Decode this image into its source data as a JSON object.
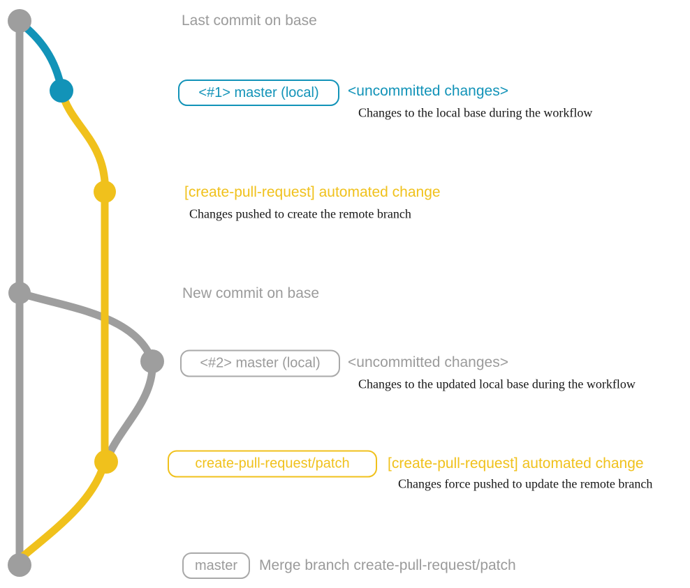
{
  "colors": {
    "teal": "#1293B8",
    "yellow": "#F0C11C",
    "gray_line": "#9E9E9E",
    "gray_text": "#9B9B9B",
    "gray_border": "#A9A9A9",
    "ink": "#161616",
    "bg": "#FFFFFF"
  },
  "graph": {
    "type": "git-branch-diagram",
    "base_branch": {
      "color_name": "gray",
      "commit_count": 3
    },
    "branches": [
      {
        "name": "master (local) #1",
        "color_name": "teal"
      },
      {
        "name": "create-pull-request/patch",
        "color_name": "yellow"
      },
      {
        "name": "master (local) #2",
        "color_name": "gray"
      }
    ]
  },
  "labels": {
    "last_commit": "Last commit on base",
    "branch1_box": "<#1> master (local)",
    "branch1_status": "<uncommitted changes>",
    "branch1_desc": "Changes to the local base during the workflow",
    "auto1_title": "[create-pull-request] automated change",
    "auto1_desc": "Changes pushed to create the remote branch",
    "new_commit": "New commit on base",
    "branch2_box": "<#2> master (local)",
    "branch2_status": "<uncommitted changes>",
    "branch2_desc": "Changes to the updated local base during the workflow",
    "patch_box": "create-pull-request/patch",
    "auto2_title": "[create-pull-request] automated change",
    "auto2_desc": "Changes force pushed to update the remote branch",
    "master_box": "master",
    "merge_title": "Merge branch create-pull-request/patch"
  }
}
